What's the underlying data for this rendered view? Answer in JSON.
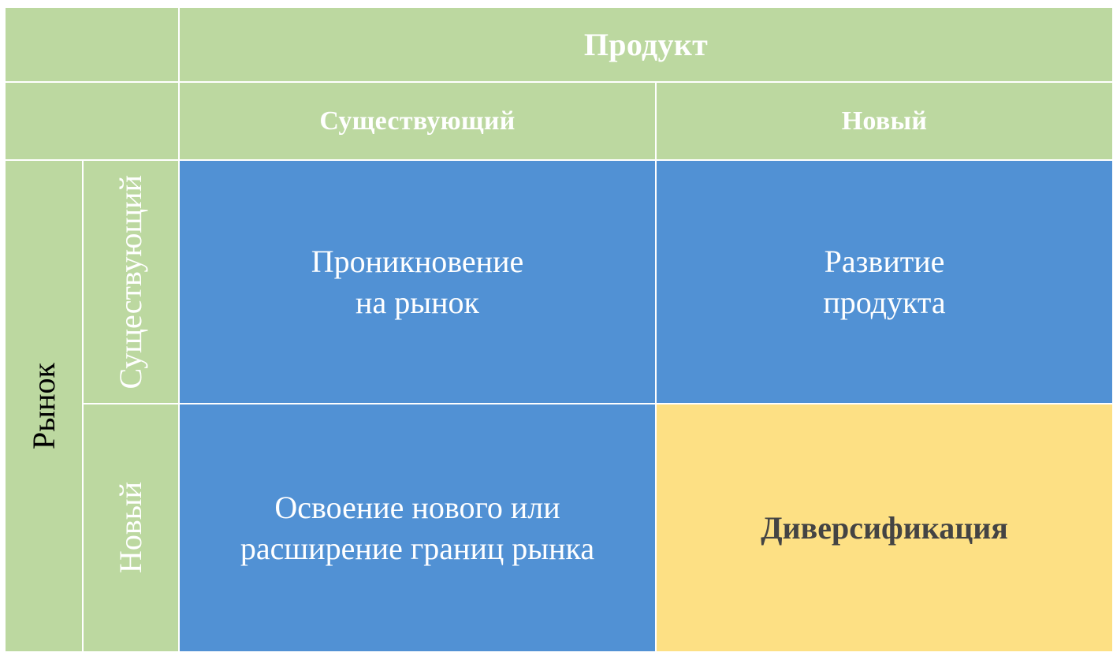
{
  "diagram": {
    "type": "ansoff-matrix",
    "colors": {
      "header_green": "#bcd8a0",
      "quadrant_blue": "#5191d4",
      "quadrant_yellow": "#fde084",
      "header_text": "#ffffff",
      "quadrant_text": "#ffffff",
      "emphasis_text": "#444444",
      "grid_line": "#ffffff"
    },
    "axes": {
      "column_axis": {
        "title": "Продукт",
        "categories": [
          "Существующий",
          "Новый"
        ]
      },
      "row_axis": {
        "title": "Рынок",
        "categories": [
          "Существующий",
          "Новый"
        ]
      }
    },
    "quadrants": [
      {
        "row": "Существующий",
        "column": "Существующий",
        "line1": "Проникновение",
        "line2": "на рынок",
        "fill": "#5191d4",
        "emphasis": false
      },
      {
        "row": "Существующий",
        "column": "Новый",
        "line1": "Развитие",
        "line2": "продукта",
        "fill": "#5191d4",
        "emphasis": false
      },
      {
        "row": "Новый",
        "column": "Существующий",
        "line1": "Освоение нового или",
        "line2": "расширение границ рынка",
        "fill": "#5191d4",
        "emphasis": false
      },
      {
        "row": "Новый",
        "column": "Новый",
        "line1": "Диверсификация",
        "line2": "",
        "fill": "#fde084",
        "emphasis": true
      }
    ]
  }
}
